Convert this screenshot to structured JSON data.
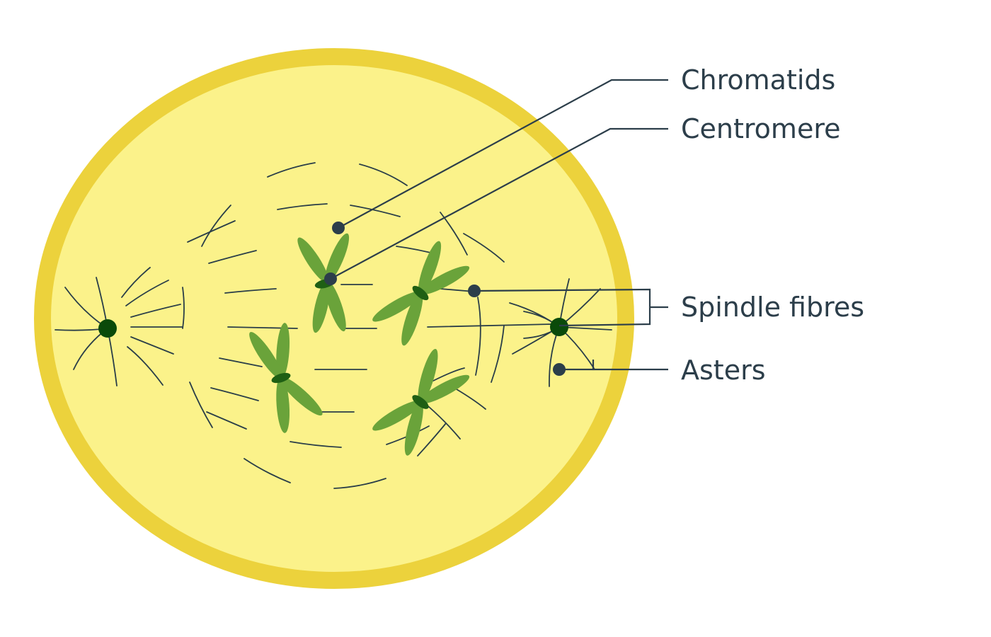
{
  "labels": {
    "chromatids": "Chromatids",
    "centromere": "Centromere",
    "spindle_fibres": "Spindle fibres",
    "asters": "Asters"
  },
  "colors": {
    "cell_fill": "#fbf28a",
    "cell_border": "#ecd23c",
    "chromatid": "#6aa33a",
    "centromere": "#1f5f14",
    "centriole": "#0a4a0a",
    "fibre": "#2a3e48",
    "label_text": "#2c3e4a",
    "pointer_dot": "#2c3e4a"
  }
}
